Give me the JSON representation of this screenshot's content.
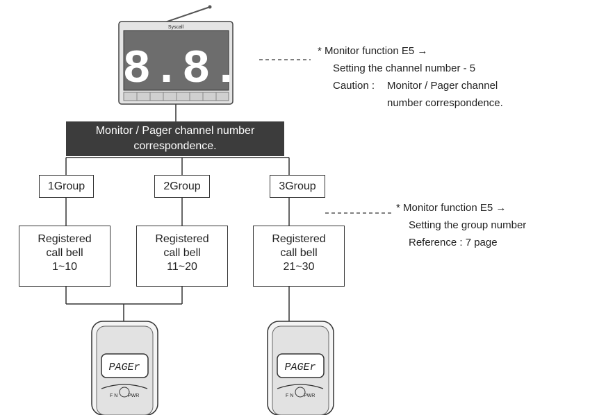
{
  "monitor": {
    "brand": "Syscall",
    "display": "8.8."
  },
  "banner": {
    "line1": "Monitor / Pager channel number",
    "line2": "correspondence."
  },
  "groups": [
    {
      "label": "1Group",
      "line1": "Registered",
      "line2": "call bell",
      "range": "1~10"
    },
    {
      "label": "2Group",
      "line1": "Registered",
      "line2": "call bell",
      "range": "11~20"
    },
    {
      "label": "3Group",
      "line1": "Registered",
      "line2": "call bell",
      "range": "21~30"
    }
  ],
  "pager": {
    "display": "PAGEr",
    "fn_label": "F N",
    "pwr_label": "PWR"
  },
  "note_top": {
    "line1": "* Monitor function E5 →",
    "line2": "Setting the channel number - 5",
    "caution_label": "Caution :",
    "line3": "Monitor / Pager channel",
    "line4": "number correspondence."
  },
  "note_right": {
    "line1": "* Monitor function E5 →",
    "line2": "Setting the group number",
    "line3": "Reference : 7 page"
  }
}
